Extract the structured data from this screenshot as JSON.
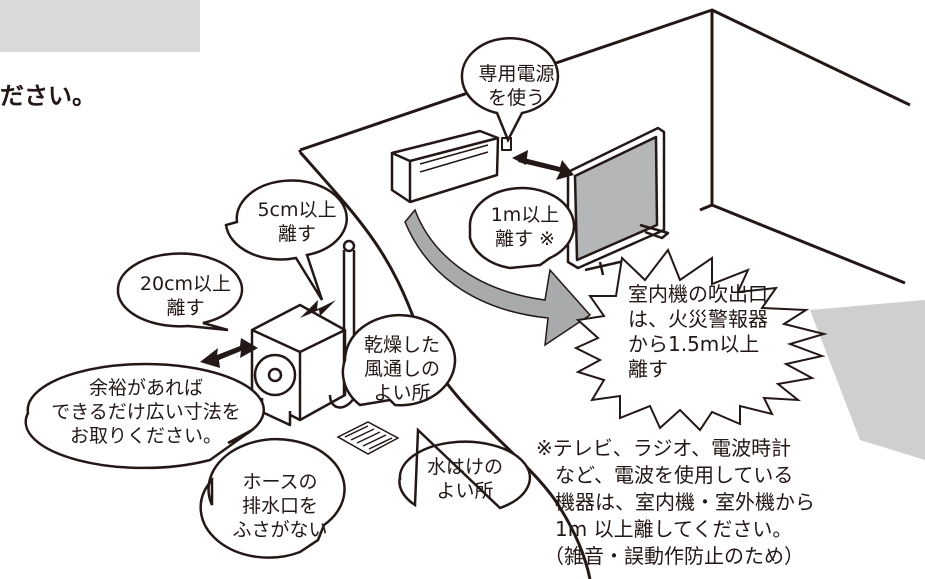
{
  "heading": "ださい。",
  "callouts": {
    "power": [
      "専用電源",
      "を使う"
    ],
    "tv_distance": [
      "1m以上",
      "離す ※"
    ],
    "gap_5cm": [
      "5cm以上",
      "離す"
    ],
    "gap_20cm": [
      "20cm以上",
      "離す"
    ],
    "dry_place": [
      "乾燥した",
      "風通しの",
      "よい所"
    ],
    "room_space": [
      "余裕があれば",
      "できるだけ広い寸法を",
      "お取りください。"
    ],
    "hose": [
      "ホースの",
      "排水口を",
      "ふさがない"
    ],
    "drainage": [
      "水はけの",
      "よい所"
    ],
    "fire_alarm": [
      "室内機の吹出口",
      "は、火災警報器",
      "から1.5m以上",
      "離す"
    ]
  },
  "note": {
    "lines": [
      "※テレビ、ラジオ、電波時計",
      "など、電波を使用している",
      "機器は、室内機・室外機から",
      "1m 以上離してください。",
      "（雑音・誤動作防止のため）"
    ]
  },
  "colors": {
    "line": "#231815",
    "gray_fill": "#b5b6b7",
    "light_gray": "#d9d9da",
    "bubble_fill": "#dedfe0"
  }
}
